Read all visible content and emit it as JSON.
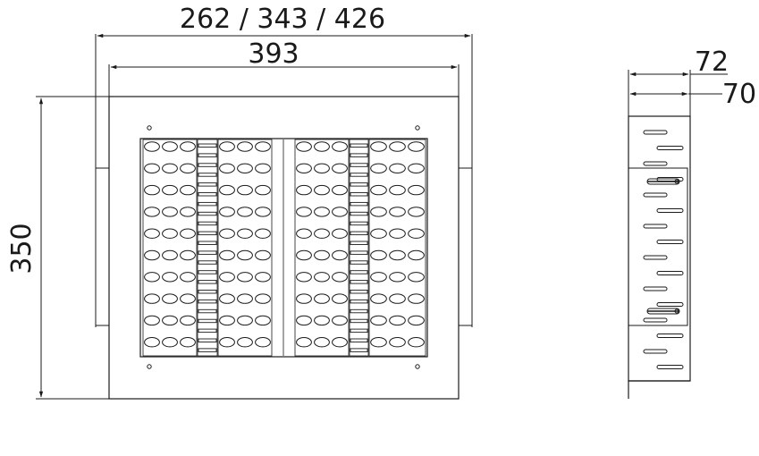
{
  "front_view": {
    "width_options_label": "262 / 343 / 426",
    "panel_width_label": "393",
    "height_label": "350",
    "led_modules": 4,
    "lens_rows": 10,
    "lenses_per_row": 3
  },
  "side_view": {
    "depth_label": "72",
    "inner_depth_label": "70",
    "slots": 16
  },
  "colors": {
    "line": "#1a1a1a",
    "background": "#ffffff"
  }
}
